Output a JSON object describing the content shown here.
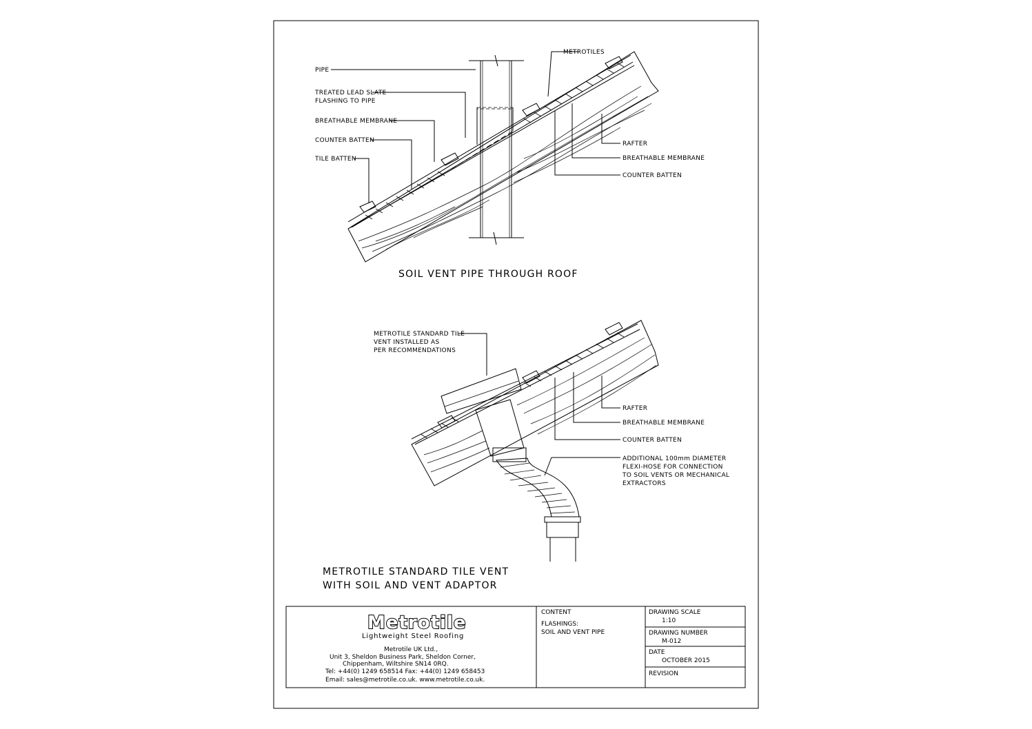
{
  "drawing": {
    "top_labels": {
      "pipe": "PIPE",
      "lead_1": "TREATED LEAD SLATE",
      "lead_2": "FLASHING TO PIPE",
      "membrane_left": "BREATHABLE MEMBRANE",
      "counter_left": "COUNTER BATTEN",
      "tile_batten": "TILE BATTEN",
      "metrotiles": "METROTILES",
      "rafter": "RAFTER",
      "membrane_right": "BREATHABLE MEMBRANE",
      "counter_right": "COUNTER BATTEN"
    },
    "top_caption": "SOIL VENT PIPE THROUGH ROOF",
    "bottom_labels": {
      "vent_1": "METROTILE STANDARD TILE",
      "vent_2": "VENT INSTALLED AS",
      "vent_3": "PER RECOMMENDATIONS",
      "rafter": "RAFTER",
      "membrane": "BREATHABLE MEMBRANE",
      "counter": "COUNTER BATTEN",
      "hose_1": "ADDITIONAL 100mm DIAMETER",
      "hose_2": "FLEXI-HOSE FOR CONNECTION",
      "hose_3": "TO SOIL VENTS OR MECHANICAL",
      "hose_4": "EXTRACTORS"
    },
    "bottom_caption_1": "METROTILE STANDARD TILE VENT",
    "bottom_caption_2": "WITH SOIL AND VENT ADAPTOR"
  },
  "title_block": {
    "logo": "Metrotile",
    "tagline": "Lightweight Steel Roofing",
    "company": "Metrotile UK Ltd.,",
    "address_1": "Unit 3, Sheldon Business Park, Sheldon Corner,",
    "address_2": "Chippenham, Wiltshire SN14 0RQ.",
    "phone": "Tel: +44(0) 1249 658514   Fax: +44(0) 1249 658453",
    "email": "Email: sales@metrotile.co.uk.   www.metrotile.co.uk.",
    "content_label": "CONTENT",
    "content_1": "FLASHINGS:",
    "content_2": "SOIL AND VENT PIPE",
    "scale_label": "DRAWING SCALE",
    "scale_value": "1:10",
    "number_label": "DRAWING NUMBER",
    "number_value": "M-012",
    "date_label": "DATE",
    "date_value": "OCTOBER 2015",
    "revision_label": "REVISION"
  }
}
